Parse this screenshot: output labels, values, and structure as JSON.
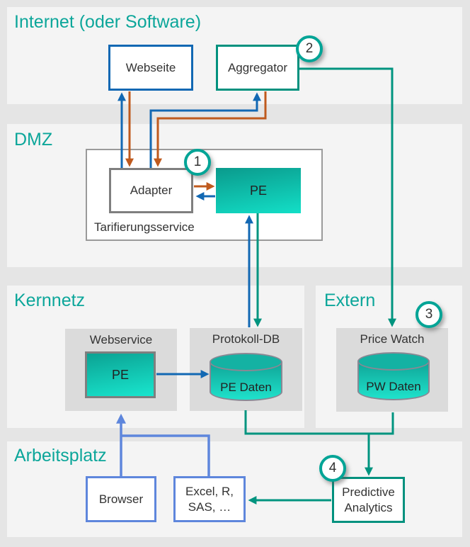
{
  "colors": {
    "page_background": "#e5e5e5",
    "zone_background": "#f4f4f4",
    "panel_gray": "#dbdbdb",
    "teal_line": "#00947f",
    "teal_title": "#0ca69a",
    "teal_circle_border": "#00a496",
    "blue": "#1268b3",
    "orange": "#bf5a1e",
    "cornflower": "#5e86dc",
    "gray_border": "#7f7f7f",
    "pe_gradient_top": "#0a9a8c",
    "pe_gradient_bottom": "#13dfc7"
  },
  "zones": {
    "internet": {
      "title": "Internet (oder Software)"
    },
    "dmz": {
      "title": "DMZ"
    },
    "kernnetz": {
      "title": "Kernnetz"
    },
    "extern": {
      "title": "Extern"
    },
    "arbeitsplatz": {
      "title": "Arbeitsplatz"
    }
  },
  "nodes": {
    "webseite": {
      "label": "Webseite"
    },
    "aggregator": {
      "label": "Aggregator"
    },
    "adapter": {
      "label": "Adapter"
    },
    "pe_dmz": {
      "label": "PE"
    },
    "tarifierungsservice": {
      "label": "Tarifierungsservice"
    },
    "webservice": {
      "label": "Webservice"
    },
    "pe_kern": {
      "label": "PE"
    },
    "protokoll_db": {
      "label": "Protokoll-DB"
    },
    "pe_daten": {
      "label": "PE Daten"
    },
    "price_watch": {
      "label": "Price Watch"
    },
    "pw_daten": {
      "label": "PW Daten"
    },
    "browser": {
      "label": "Browser"
    },
    "excel": {
      "line1": "Excel, R,",
      "line2": "SAS, …"
    },
    "predictive": {
      "line1": "Predictive",
      "line2": "Analytics"
    }
  },
  "badges": {
    "one": "1",
    "two": "2",
    "three": "3",
    "four": "4"
  }
}
